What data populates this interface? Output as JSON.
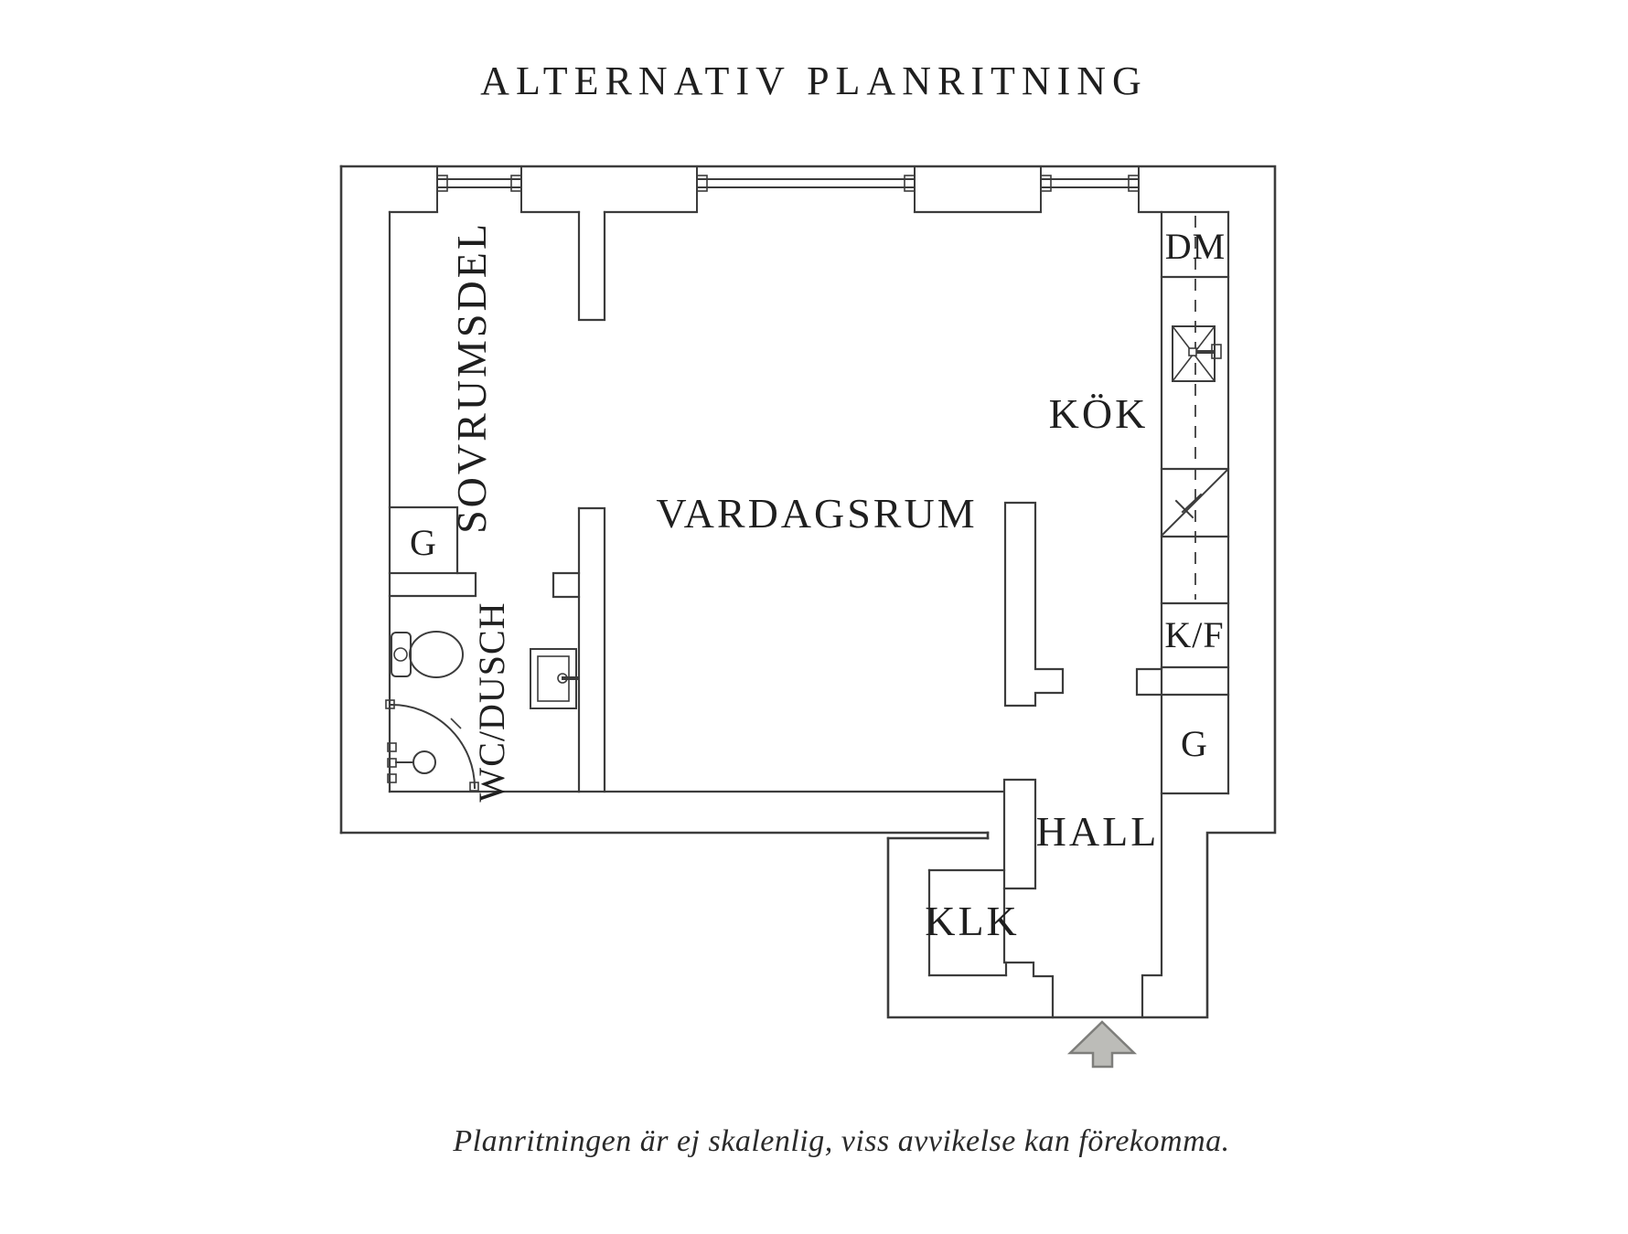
{
  "title": "ALTERNATIV PLANRITNING",
  "footer": "Planritningen är ej skalenlig, viss avvikelse kan förekomma.",
  "rooms": {
    "bedroom": "SOVRUMSDEL",
    "living": "VARDAGSRUM",
    "kitchen": "KÖK",
    "bathroom": "WC/DUSCH",
    "hall": "HALL",
    "closet": "KLK"
  },
  "fixtures": {
    "dishwasher": "DM",
    "fridge_freezer": "K/F",
    "wardrobe_bedroom": "G",
    "wardrobe_hall": "G"
  },
  "colors": {
    "line": "#3c3c3c",
    "text": "#1f1f1f",
    "background": "#ffffff",
    "arrow_fill": "#bcbcb8",
    "arrow_stroke": "#7e7e7b"
  }
}
